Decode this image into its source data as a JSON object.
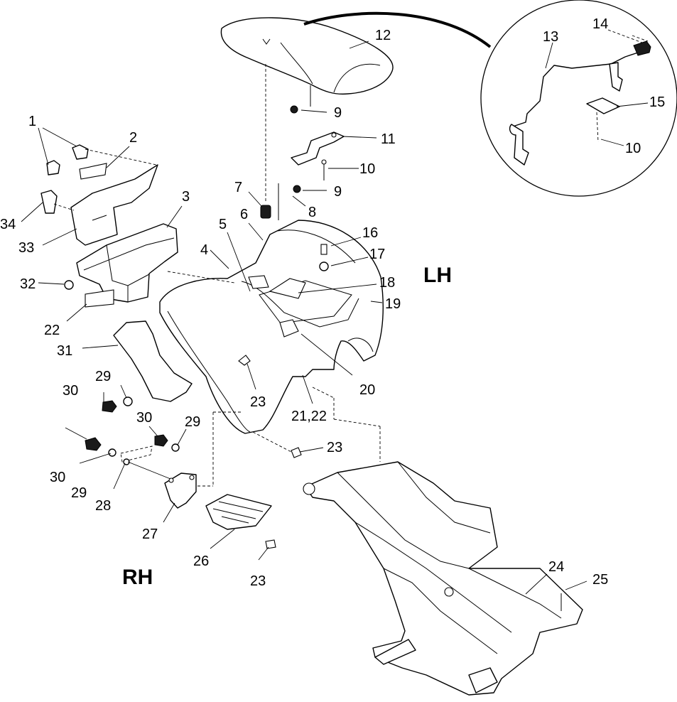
{
  "side_labels": {
    "left_hand": "LH",
    "right_hand": "RH"
  },
  "callouts": {
    "c1": "1",
    "c2": "2",
    "c3": "3",
    "c4": "4",
    "c5": "5",
    "c6": "6",
    "c7": "7",
    "c8": "8",
    "c9a": "9",
    "c9b": "9",
    "c10a": "10",
    "c10b": "10",
    "c11": "11",
    "c12": "12",
    "c13": "13",
    "c14": "14",
    "c15": "15",
    "c16": "16",
    "c17": "17",
    "c18": "18",
    "c19": "19",
    "c20": "20",
    "c21_22": "21,22",
    "c22": "22",
    "c23a": "23",
    "c23b": "23",
    "c23c": "23",
    "c24": "24",
    "c25": "25",
    "c26": "26",
    "c27": "27",
    "c28": "28",
    "c29a": "29",
    "c29b": "29",
    "c29c": "29",
    "c30a": "30",
    "c30b": "30",
    "c30c": "30",
    "c31": "31",
    "c32": "32",
    "c33": "33",
    "c34": "34"
  }
}
